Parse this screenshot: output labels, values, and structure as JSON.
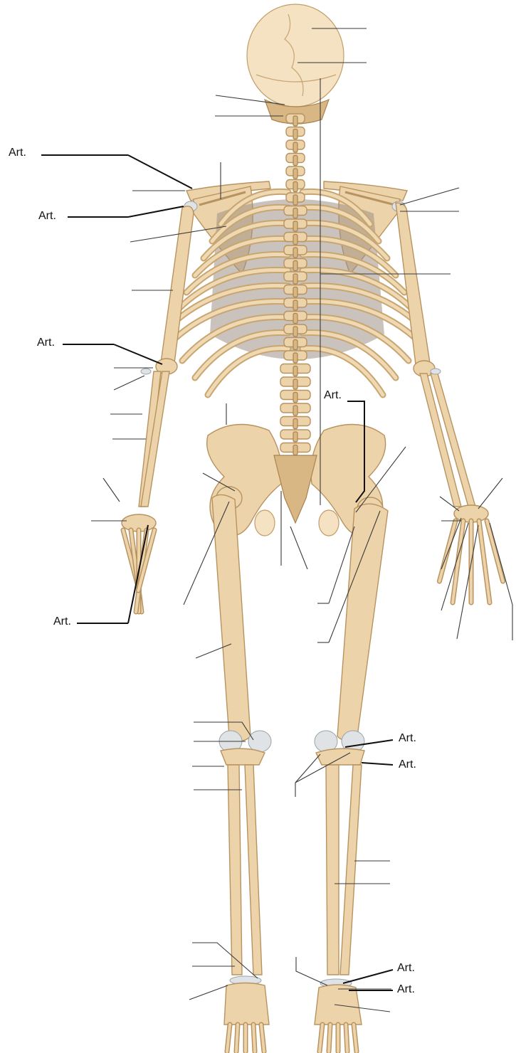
{
  "labels": {
    "art_1": "Art.",
    "art_2": "Art.",
    "art_3": "Art.",
    "art_4": "Art.",
    "art_5": "Art.",
    "art_6": "Art.",
    "art_7": "Art.",
    "art_8": "Art.",
    "art_9": "Art."
  },
  "colors": {
    "bone": "#ecd3aa",
    "bone_outline": "#b8935f",
    "cartilage": "#dfe3e6",
    "leader_line": "#3a3a3a"
  }
}
